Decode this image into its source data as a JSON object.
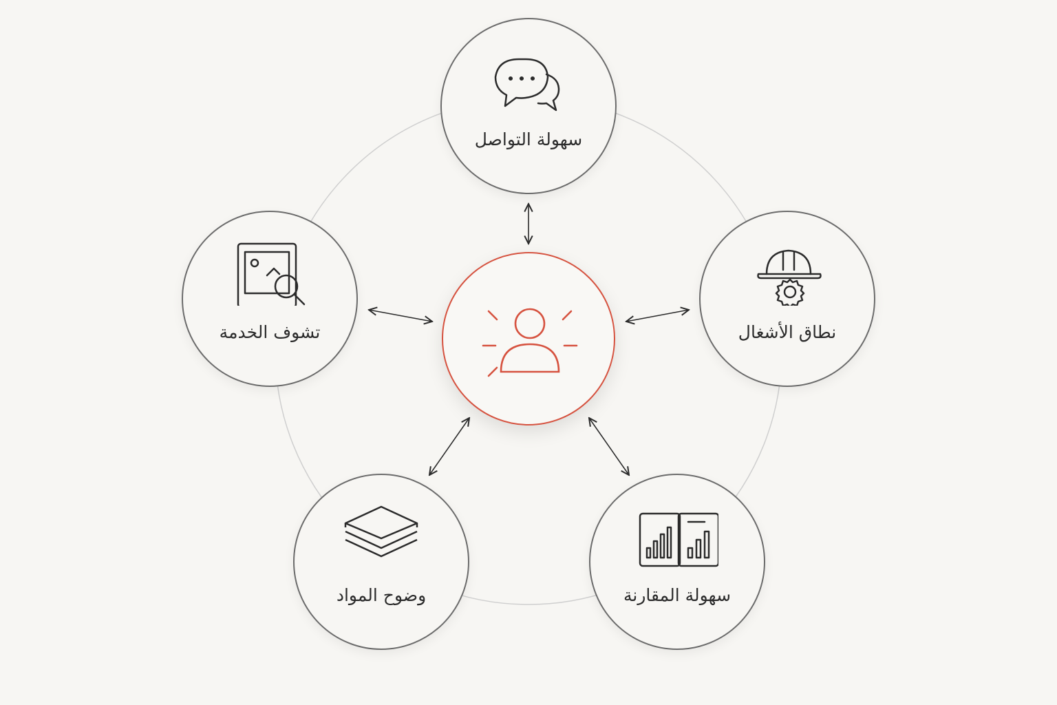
{
  "diagram": {
    "center": {
      "icon": "user-highlight-icon",
      "accent_color": "#d6523f"
    },
    "nodes": [
      {
        "id": "communication",
        "label": "سهولة التواصل",
        "icon": "chat-bubbles-icon"
      },
      {
        "id": "work-scope",
        "label": "نطاق الأشغال",
        "icon": "helmet-gear-icon"
      },
      {
        "id": "comparison",
        "label": "سهولة المقارنة",
        "icon": "bar-charts-icon"
      },
      {
        "id": "materials",
        "label": "وضوح المواد",
        "icon": "layers-icon"
      },
      {
        "id": "service-preview",
        "label": "تشوف الخدمة",
        "icon": "image-search-icon"
      }
    ],
    "stroke_color": "#2b2b2b",
    "ring_color": "#cfcfcf"
  }
}
